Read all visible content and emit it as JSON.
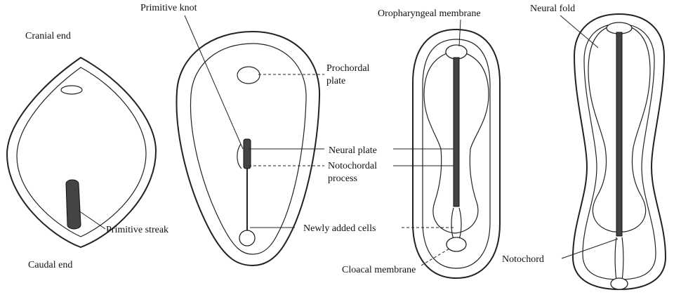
{
  "labels": {
    "cranial_end": "Cranial end",
    "caudal_end": "Caudal end",
    "primitive_streak": "Primitive streak",
    "primitive_knot": "Primitive knot",
    "prochordal_plate_1": "Prochordal",
    "prochordal_plate_2": "plate",
    "neural_plate": "Neural plate",
    "notochordal_process_1": "Notochordal",
    "notochordal_process_2": "process",
    "newly_added_cells": "Newly added cells",
    "oropharyngeal_membrane": "Oropharyngeal membrane",
    "cloacal_membrane": "Cloacal membrane",
    "neural_fold": "Neural fold",
    "notochord": "Notochord"
  }
}
